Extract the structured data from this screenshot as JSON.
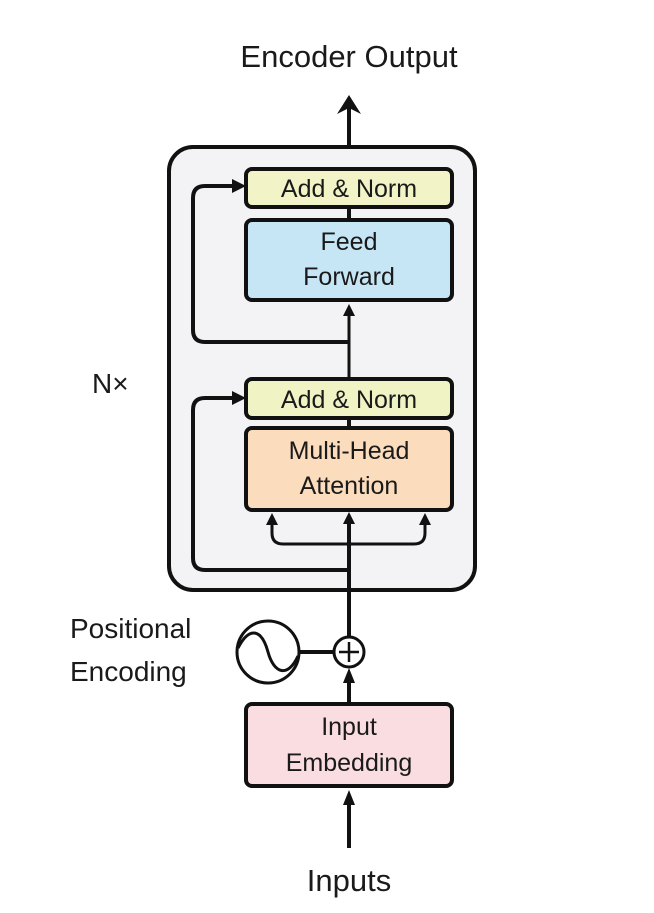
{
  "title": "Encoder Output",
  "repeat_label": "N×",
  "blocks": {
    "add_norm_top": "Add & Norm",
    "feed_forward": [
      "Feed",
      "Forward"
    ],
    "add_norm_bottom": "Add & Norm",
    "multi_head_attention": [
      "Multi-Head",
      "Attention"
    ],
    "input_embedding": [
      "Input",
      "Embedding"
    ]
  },
  "positional_encoding": [
    "Positional",
    "Encoding"
  ],
  "inputs_label": "Inputs",
  "colors": {
    "add_norm": "#f2f4c7",
    "feed_forward": "#c6e6f5",
    "attention": "#fbdcbd",
    "embedding": "#f9dde0",
    "encoder_bg": "#f3f3f5",
    "stroke": "#111111"
  }
}
